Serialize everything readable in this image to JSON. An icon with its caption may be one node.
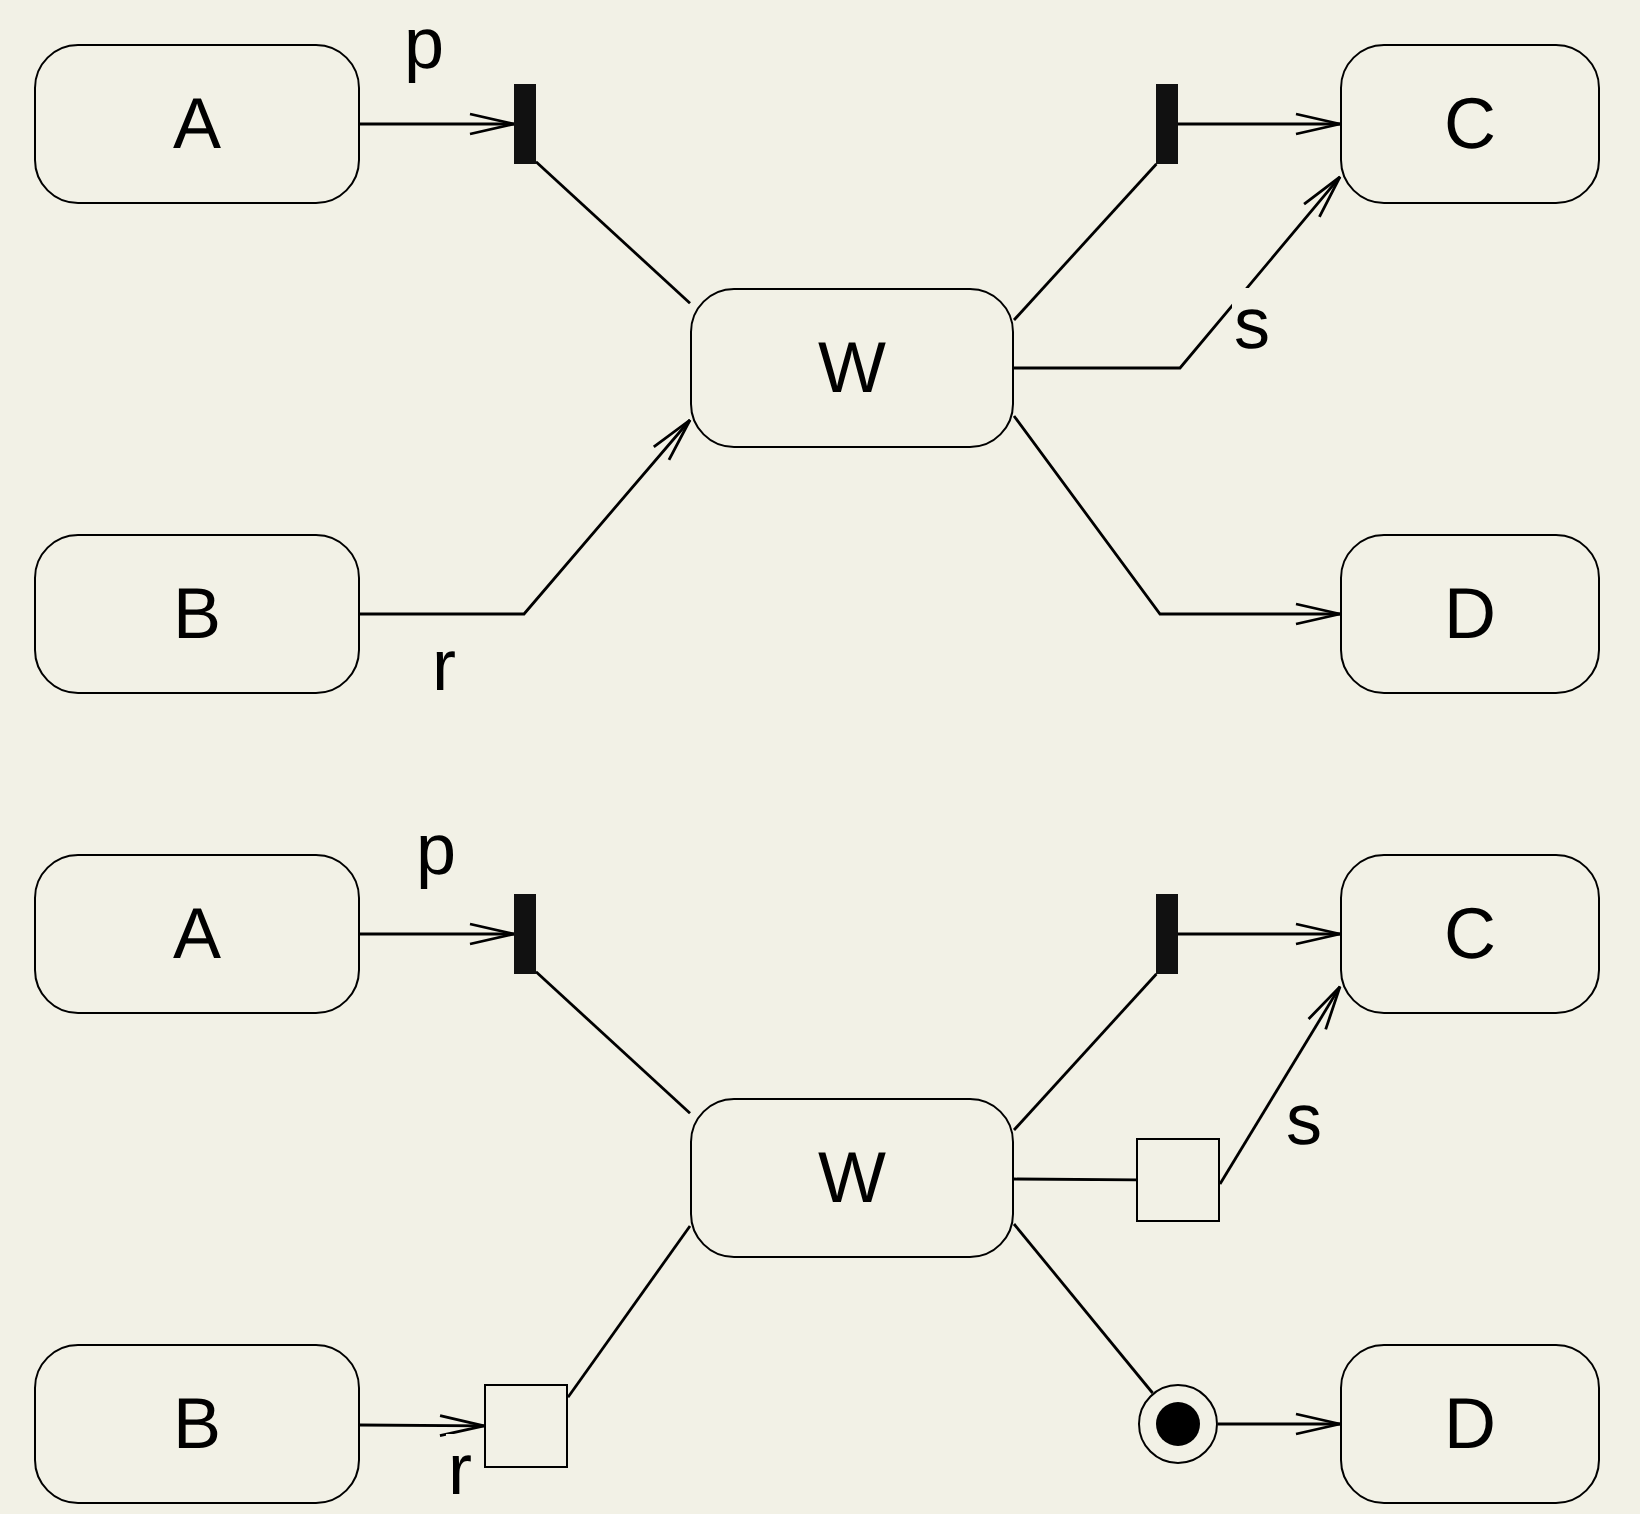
{
  "diagram": {
    "nodes": [
      {
        "text": [
          "A"
        ]
      },
      {
        "text": [
          "B"
        ]
      },
      {
        "text": [
          "W"
        ]
      },
      {
        "text": [
          "C"
        ]
      },
      {
        "text": [
          "D"
        ]
      },
      {
        "text": [],
        "shape": "bar"
      },
      {
        "text": [],
        "shape": "bar"
      },
      {
        "text": [
          "A"
        ]
      },
      {
        "text": [
          "B"
        ]
      },
      {
        "text": [
          "W"
        ]
      },
      {
        "text": [
          "C"
        ]
      },
      {
        "text": [
          "D"
        ]
      },
      {
        "text": [],
        "shape": "bar"
      },
      {
        "text": [],
        "shape": "bar"
      },
      {
        "text": [],
        "shape": "box"
      },
      {
        "text": [],
        "shape": "box"
      },
      {
        "text": [],
        "shape": "circle"
      }
    ],
    "edges": [
      {
        "from": 0,
        "to": 5,
        "arrow": "to",
        "label": "p"
      },
      {
        "from": 5,
        "to": 2,
        "arrow": "none"
      },
      {
        "from": 1,
        "to": 2,
        "arrow": "to",
        "label": "r"
      },
      {
        "from": 2,
        "to": 6,
        "arrow": "none"
      },
      {
        "from": 6,
        "to": 3,
        "arrow": "to"
      },
      {
        "from": 2,
        "to": 3,
        "arrow": "to",
        "label": "s"
      },
      {
        "from": 2,
        "to": 4,
        "arrow": "to"
      },
      {
        "from": 7,
        "to": 12,
        "arrow": "to",
        "label": "p"
      },
      {
        "from": 12,
        "to": 9,
        "arrow": "none"
      },
      {
        "from": 8,
        "to": 15,
        "arrow": "to",
        "label": "r"
      },
      {
        "from": 15,
        "to": 9,
        "arrow": "none"
      },
      {
        "from": 9,
        "to": 13,
        "arrow": "none"
      },
      {
        "from": 13,
        "to": 10,
        "arrow": "to"
      },
      {
        "from": 9,
        "to": 14,
        "arrow": "none"
      },
      {
        "from": 14,
        "to": 10,
        "arrow": "to",
        "label": "s"
      },
      {
        "from": 9,
        "to": 16,
        "arrow": "none"
      },
      {
        "from": 16,
        "to": 11,
        "arrow": "to"
      }
    ]
  }
}
